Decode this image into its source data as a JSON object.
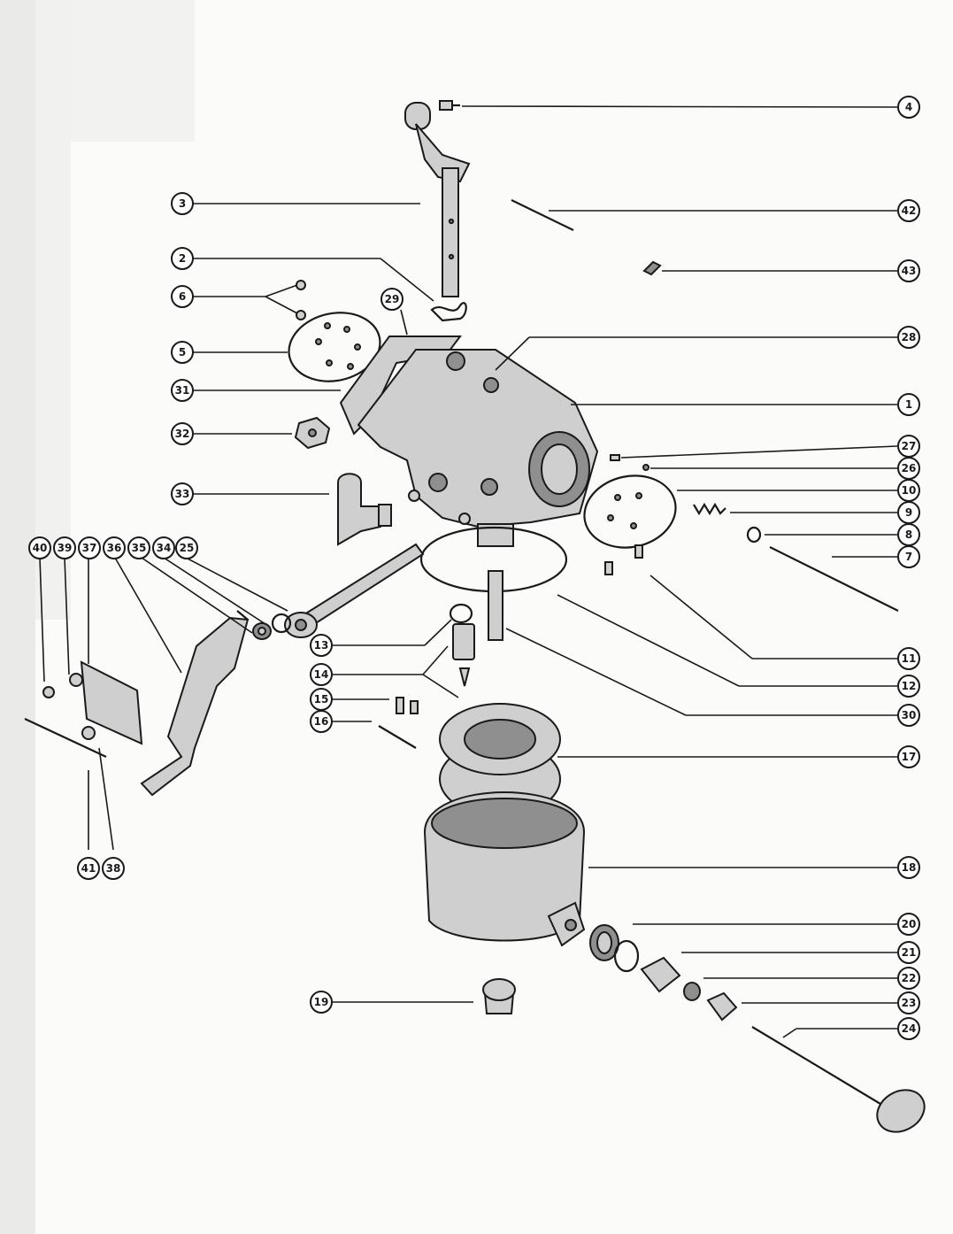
{
  "diagram": {
    "callouts": [
      {
        "label": "1"
      },
      {
        "label": "2"
      },
      {
        "label": "3"
      },
      {
        "label": "4"
      },
      {
        "label": "5"
      },
      {
        "label": "6"
      },
      {
        "label": "7"
      },
      {
        "label": "8"
      },
      {
        "label": "9"
      },
      {
        "label": "10"
      },
      {
        "label": "11"
      },
      {
        "label": "12"
      },
      {
        "label": "13"
      },
      {
        "label": "14"
      },
      {
        "label": "15"
      },
      {
        "label": "16"
      },
      {
        "label": "17"
      },
      {
        "label": "18"
      },
      {
        "label": "19"
      },
      {
        "label": "20"
      },
      {
        "label": "21"
      },
      {
        "label": "22"
      },
      {
        "label": "23"
      },
      {
        "label": "24"
      },
      {
        "label": "25"
      },
      {
        "label": "26"
      },
      {
        "label": "27"
      },
      {
        "label": "28"
      },
      {
        "label": "29"
      },
      {
        "label": "30"
      },
      {
        "label": "31"
      },
      {
        "label": "32"
      },
      {
        "label": "33"
      },
      {
        "label": "34"
      },
      {
        "label": "35"
      },
      {
        "label": "36"
      },
      {
        "label": "37"
      },
      {
        "label": "38"
      },
      {
        "label": "39"
      },
      {
        "label": "40"
      },
      {
        "label": "41"
      },
      {
        "label": "42"
      },
      {
        "label": "43"
      }
    ]
  }
}
